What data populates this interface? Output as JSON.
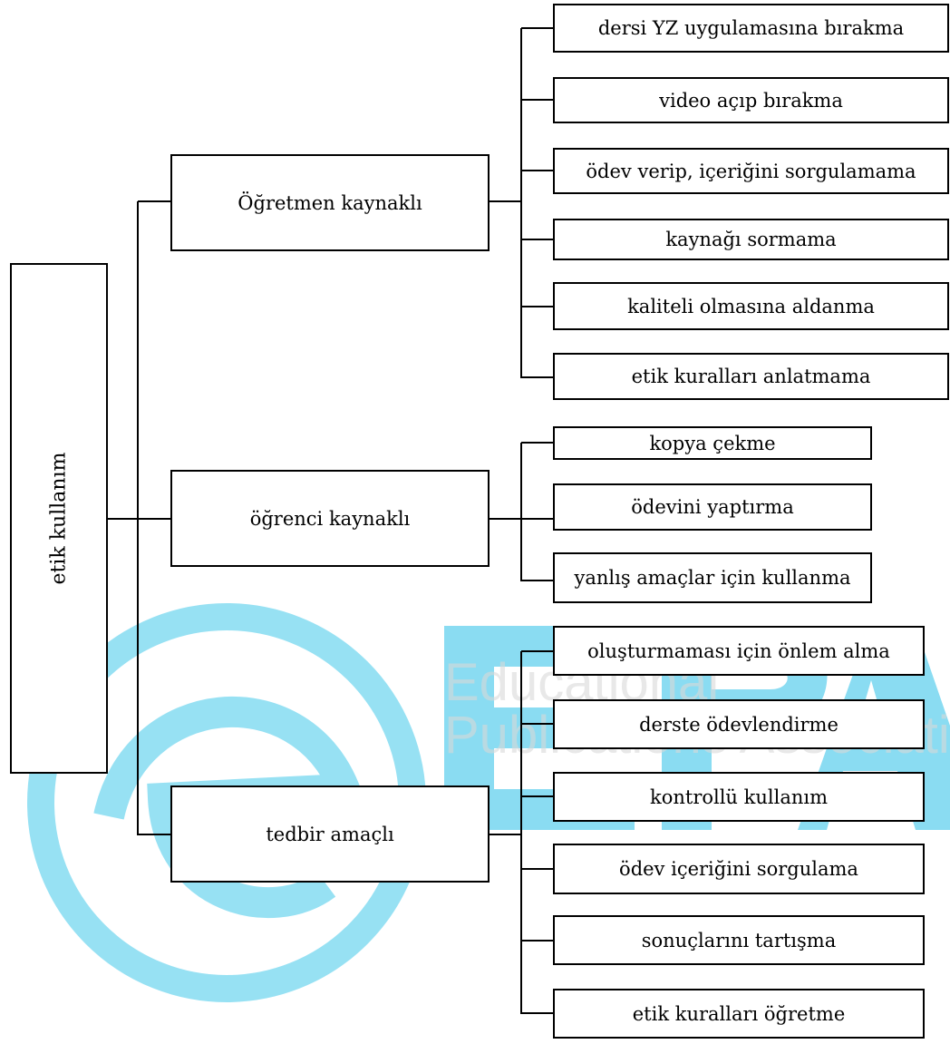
{
  "root": "etik kullanım",
  "branches": [
    {
      "label": "Öğretmen kaynaklı",
      "items": [
        "dersi YZ uygulamasına bırakma",
        "video açıp bırakma",
        "ödev verip, içeriğini sorgulamama",
        "kaynağı sormama",
        "kaliteli olmasına aldanma",
        "etik kuralları anlatmama"
      ]
    },
    {
      "label": "öğrenci kaynaklı",
      "items": [
        "kopya çekme",
        "ödevini yaptırma",
        "yanlış amaçlar için kullanma"
      ]
    },
    {
      "label": "tedbir amaçlı",
      "items": [
        "oluşturmaması için önlem alma",
        "derste ödevlendirme",
        "kontrollü kullanım",
        "ödev içeriğini sorgulama",
        "sonuçlarını tartışma",
        "etik kuralları öğretme"
      ]
    }
  ],
  "watermark": {
    "lines": [
      "Educational",
      "Publications Association"
    ],
    "color": "#7fd8f0"
  }
}
